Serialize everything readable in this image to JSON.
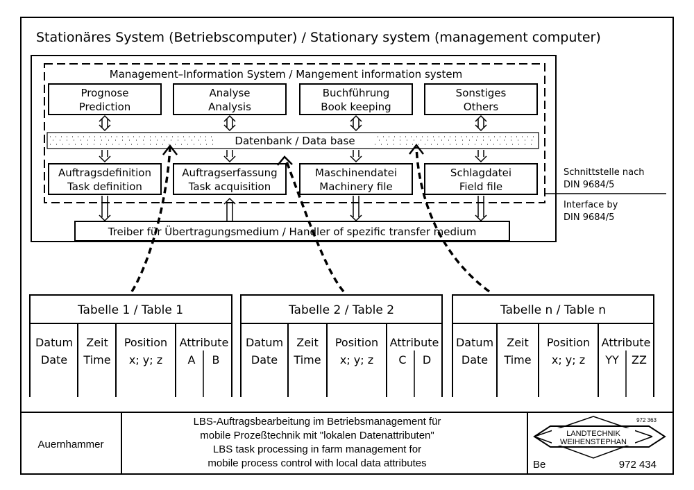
{
  "header": {
    "title": "Stationäres System (Betriebscomputer) / Stationary system (management computer)"
  },
  "mis": {
    "title": "Management–Information System / Mangement information system"
  },
  "top_modules": [
    {
      "de": "Prognose",
      "en": "Prediction"
    },
    {
      "de": "Analyse",
      "en": "Analysis"
    },
    {
      "de": "Buchführung",
      "en": "Book keeping"
    },
    {
      "de": "Sonstiges",
      "en": "Others"
    }
  ],
  "database": {
    "label": "Datenbank / Data base"
  },
  "bottom_modules": [
    {
      "de": "Auftragsdefinition",
      "en": "Task definition"
    },
    {
      "de": "Auftragserfassung",
      "en": "Task acquisition"
    },
    {
      "de": "Maschinendatei",
      "en": "Machinery file"
    },
    {
      "de": "Schlagdatei",
      "en": "Field file"
    }
  ],
  "interface": {
    "de_line1": "Schnittstelle nach",
    "de_line2": "DIN 9684/5",
    "en_line1": "Interface by",
    "en_line2": "DIN 9684/5"
  },
  "handler": {
    "label": "Treiber für Übertragungsmedium / Handler of spezific transfer medium"
  },
  "tables": [
    {
      "title": "Tabelle 1 / Table 1",
      "cols": [
        {
          "de": "Datum",
          "en": "Date"
        },
        {
          "de": "Zeit",
          "en": "Time"
        },
        {
          "de": "Position",
          "en": "x; y; z"
        },
        {
          "de": "Attribute",
          "en": ""
        }
      ],
      "attrs": [
        "A",
        "B"
      ]
    },
    {
      "title": "Tabelle 2 / Table 2",
      "cols": [
        {
          "de": "Datum",
          "en": "Date"
        },
        {
          "de": "Zeit",
          "en": "Time"
        },
        {
          "de": "Position",
          "en": "x; y; z"
        },
        {
          "de": "Attribute",
          "en": ""
        }
      ],
      "attrs": [
        "C",
        "D"
      ]
    },
    {
      "title": "Tabelle n / Table n",
      "cols": [
        {
          "de": "Datum",
          "en": "Date"
        },
        {
          "de": "Zeit",
          "en": "Time"
        },
        {
          "de": "Position",
          "en": "x; y; z"
        },
        {
          "de": "Attribute",
          "en": ""
        }
      ],
      "attrs": [
        "YY",
        "ZZ"
      ]
    }
  ],
  "footer": {
    "author": "Auernhammer",
    "caption": [
      "LBS-Auftragsbearbeitung im Betriebsmanagement für",
      "mobile Prozeßtechnik mit \"lokalen Datenattributen\"",
      "LBS task processing in farm management for",
      "mobile process control with local data attributes"
    ],
    "logo_line1": "LANDTECHNIK",
    "logo_line2": "WEIHENSTEPHAN",
    "small_number": "972 363",
    "initials": "Be",
    "number": "972 434"
  }
}
